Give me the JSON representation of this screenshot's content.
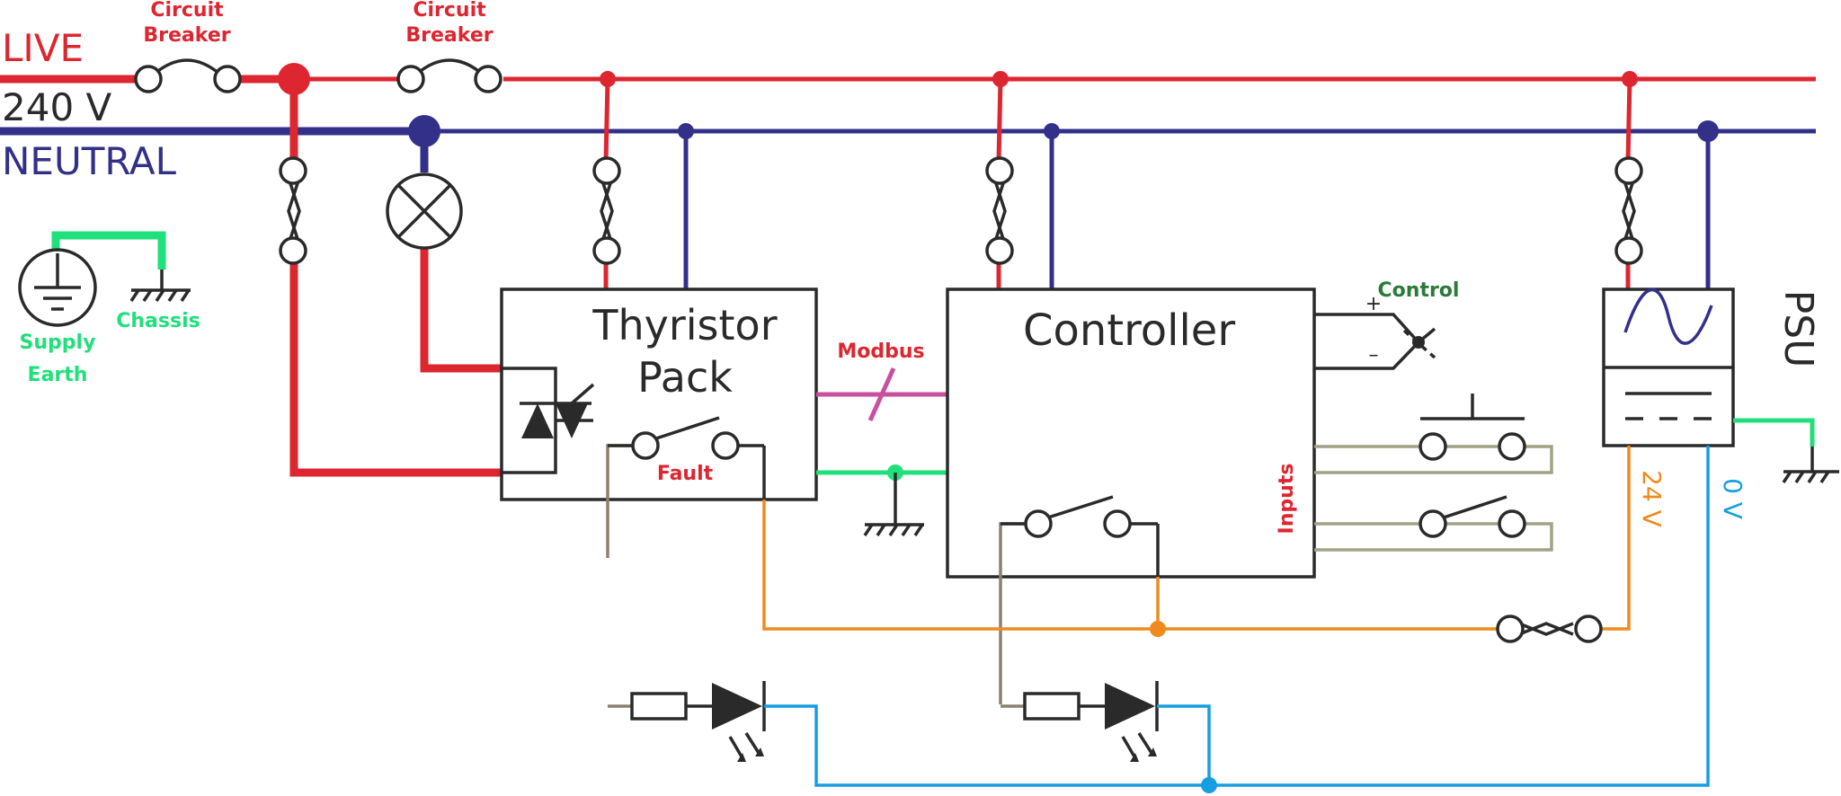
{
  "rails": {
    "live_label": "LIVE",
    "voltage_label": "240 V",
    "neutral_label": "NEUTRAL"
  },
  "breakers": {
    "breaker_1": {
      "line1": "Circuit",
      "line2": "Breaker"
    },
    "breaker_2": {
      "line1": "Circuit",
      "line2": "Breaker"
    }
  },
  "earth": {
    "supply_line1": "Supply",
    "supply_line2": "Earth",
    "chassis_label": "Chassis"
  },
  "thyristor_pack": {
    "title_line1": "Thyristor",
    "title_line2": "Pack",
    "fault_label": "Fault"
  },
  "link": {
    "modbus_label": "Modbus"
  },
  "controller": {
    "title": "Controller",
    "control_label": "Control",
    "plus_sign": "+",
    "minus_sign": "–",
    "inputs_label": "Inputs"
  },
  "psu": {
    "title": "PSU",
    "out_24v_label": "24 V",
    "out_0v_label": "0 V"
  },
  "colors": {
    "live": "#dd2630",
    "neutral": "#33308a",
    "earth": "#1fe07a",
    "supply_24v": "#f08a1e",
    "supply_0v": "#169ee0",
    "modbus": "#c8509e",
    "input_wire": "#a2a286",
    "fault_wire": "#8c8070",
    "outline": "#2a2a2a"
  }
}
